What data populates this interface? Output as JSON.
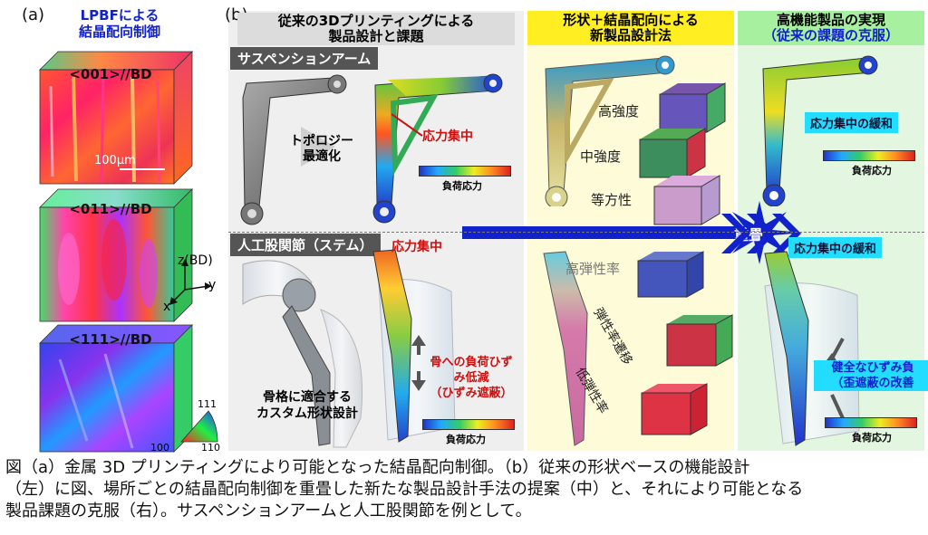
{
  "panel_a": {
    "label": "(a)",
    "title_line1": "LPBFによる",
    "title_line2": "結晶配向制御",
    "cube1_label": "<001>//BD",
    "cube2_label": "<011>//BD",
    "cube3_label": "<111>//BD",
    "scale_bar": "100μm",
    "axis_z": "z(BD)",
    "axis_y": "y",
    "axis_x": "x",
    "ipf_111": "111",
    "ipf_100": "100",
    "ipf_110": "110"
  },
  "panel_b": {
    "label": "(b)",
    "header_left_line1": "従来の3Dプリンティングによる",
    "header_left_line2": "製品設計と課題",
    "header_mid_line1": "形状＋結晶配向による",
    "header_mid_line2": "新製品設計法",
    "header_right_line1": "高機能製品の実現",
    "header_right_line2": "（従来の課題の克服）",
    "suspension_tag": "サスペンションアーム",
    "hip_tag": "人工股関節（ステム）",
    "topology_line1": "トポロジー",
    "topology_line2": "最適化",
    "stress_conc": "応力集中",
    "load_stress": "負荷応力",
    "high_strength": "高強度",
    "mid_strength": "中強度",
    "isotropic": "等方性",
    "overlay": "重畳",
    "stress_relief": "応力集中の緩和",
    "high_modulus": "高弾性率",
    "modulus_transition": "弾性率遷移",
    "low_modulus": "低弾性率",
    "bone_strain_line1": "骨への負荷ひず",
    "bone_strain_line2": "み低減",
    "bone_strain_line3": "（ひずみ遮蔽）",
    "custom_line1": "骨格に適合する",
    "custom_line2": "カスタム形状設計",
    "healthy_line1": "健全なひずみ負",
    "healthy_line2": "（歪遮蔽の改善"
  },
  "caption": {
    "line1": "図（a）金属 3D プリンティングにより可能となった結晶配向制御。（b）従来の形状ベースの機能設計",
    "line2": "（左）に図、場所ごとの結晶配向制御を重畳した新たな製品設計手法の提案（中）と、それにより可能となる",
    "line3": "製品課題の克服（右）。サスペンションアームと人工股関節を例として。"
  },
  "colors": {
    "left_bg": "#efefef",
    "mid_bg": "#fdfbd8",
    "right_bg": "#e3f7e0",
    "header_mid_yellow": "#ffee22",
    "header_right_green": "#a6f0a0",
    "accent_blue": "#1122cc",
    "cyan_label": "#22ddff",
    "red_text": "#cc1111"
  }
}
